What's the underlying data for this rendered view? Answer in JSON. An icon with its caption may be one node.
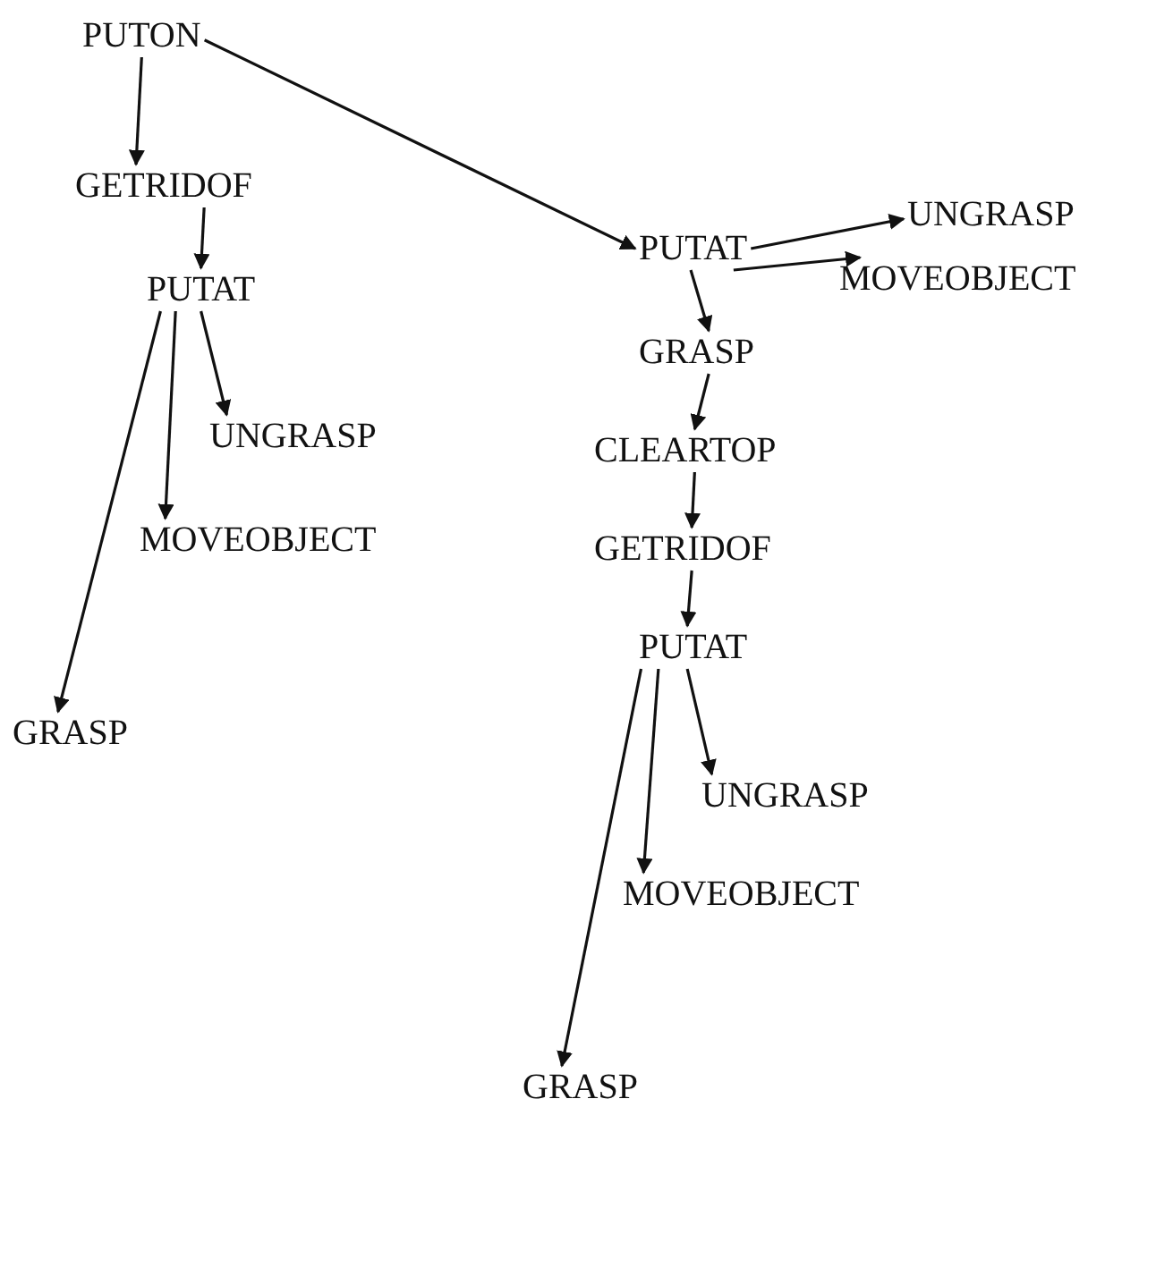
{
  "diagram": {
    "nodes": [
      {
        "text": [
          "PUTON"
        ]
      },
      {
        "text": [
          "GETRIDOF"
        ]
      },
      {
        "text": [
          "PUTAT"
        ]
      },
      {
        "text": [
          "UNGRASP"
        ]
      },
      {
        "text": [
          "MOVEOBJECT"
        ]
      },
      {
        "text": [
          "GRASP"
        ]
      },
      {
        "text": [
          "PUTAT"
        ]
      },
      {
        "text": [
          "UNGRASP"
        ]
      },
      {
        "text": [
          "MOVEOBJECT"
        ]
      },
      {
        "text": [
          "GRASP"
        ]
      },
      {
        "text": [
          "CLEARTOP"
        ]
      },
      {
        "text": [
          "GETRIDOF"
        ]
      },
      {
        "text": [
          "PUTAT"
        ]
      },
      {
        "text": [
          "UNGRASP"
        ]
      },
      {
        "text": [
          "MOVEOBJECT"
        ]
      },
      {
        "text": [
          "GRASP"
        ]
      }
    ],
    "edges": [
      {
        "from": 0,
        "to": 1,
        "arrow": "to"
      },
      {
        "from": 0,
        "to": 6,
        "arrow": "to"
      },
      {
        "from": 1,
        "to": 2,
        "arrow": "to"
      },
      {
        "from": 2,
        "to": 3,
        "arrow": "to"
      },
      {
        "from": 2,
        "to": 4,
        "arrow": "to"
      },
      {
        "from": 2,
        "to": 5,
        "arrow": "to"
      },
      {
        "from": 6,
        "to": 7,
        "arrow": "to"
      },
      {
        "from": 6,
        "to": 8,
        "arrow": "to"
      },
      {
        "from": 6,
        "to": 9,
        "arrow": "to"
      },
      {
        "from": 9,
        "to": 10,
        "arrow": "to"
      },
      {
        "from": 10,
        "to": 11,
        "arrow": "to"
      },
      {
        "from": 11,
        "to": 12,
        "arrow": "to"
      },
      {
        "from": 12,
        "to": 13,
        "arrow": "to"
      },
      {
        "from": 12,
        "to": 14,
        "arrow": "to"
      },
      {
        "from": 12,
        "to": 15,
        "arrow": "to"
      }
    ]
  }
}
